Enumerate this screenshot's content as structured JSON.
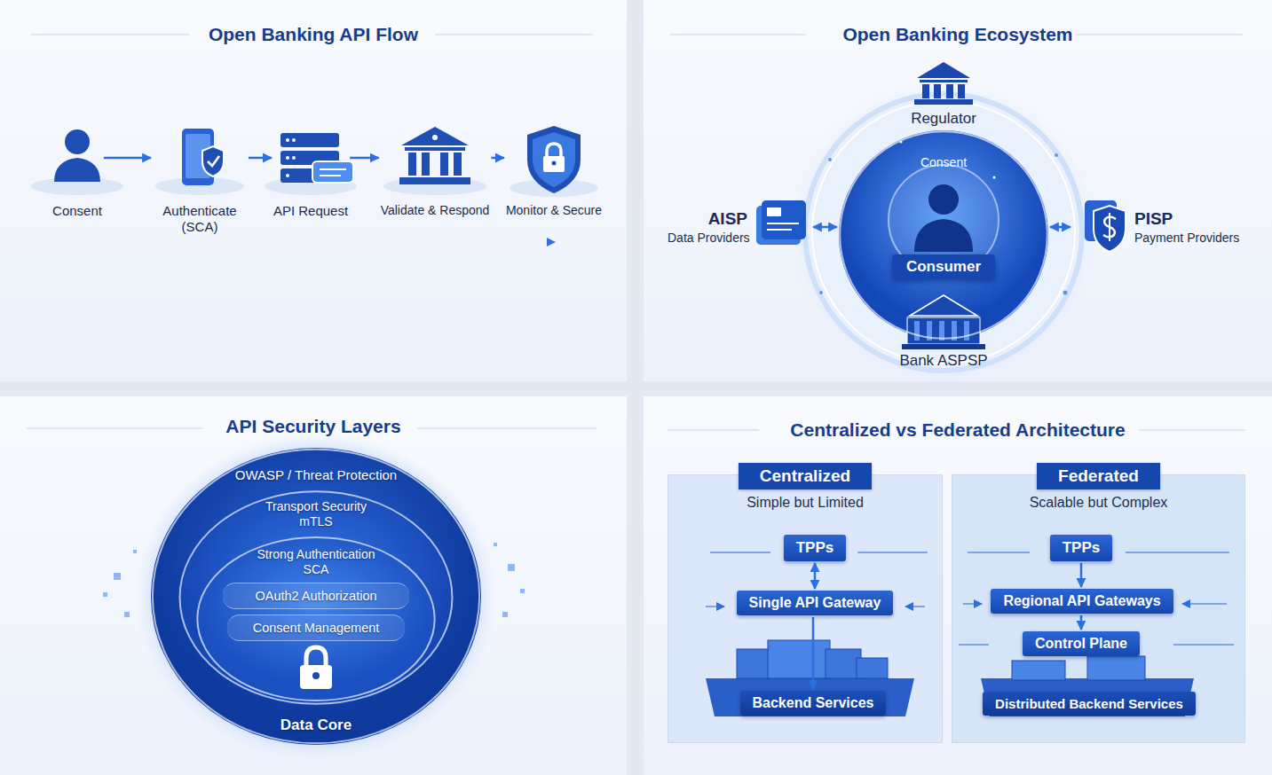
{
  "diagram": {
    "nodes": [
      {
        "text": [
          "Open Banking API Flow"
        ]
      },
      {
        "text": [
          "Consent"
        ],
        "in": 0
      },
      {
        "text": [
          "Authenticate (SCA)"
        ],
        "in": 0
      },
      {
        "text": [
          "API Request"
        ],
        "in": 0
      },
      {
        "text": [
          "Validate & Respond"
        ],
        "in": 0
      },
      {
        "text": [
          "Monitor & Secure"
        ],
        "in": 0
      },
      {
        "text": [
          "Open Banking Ecosystem"
        ]
      },
      {
        "text": [
          "Regulator"
        ],
        "in": 6
      },
      {
        "text": [
          "AISP",
          "Data Providers"
        ],
        "in": 6
      },
      {
        "text": [
          "Consent"
        ],
        "in": 6
      },
      {
        "text": [
          "Consumer"
        ],
        "in": 9
      },
      {
        "text": [
          "PISP",
          "Payment Providers"
        ],
        "in": 6
      },
      {
        "text": [
          "Bank ASPSP"
        ],
        "in": 6
      },
      {
        "text": [
          "API Security Layers"
        ]
      },
      {
        "text": [
          "OWASP / Threat Protection",
          "Data Core"
        ],
        "in": 13
      },
      {
        "text": [
          "Transport Security mTLS"
        ],
        "in": 14
      },
      {
        "text": [
          "Strong Authentication SCA"
        ],
        "in": 15
      },
      {
        "text": [
          "OAuth2 Authorization"
        ],
        "in": 16
      },
      {
        "text": [
          "Consent Management"
        ],
        "in": 16
      },
      {
        "text": [
          "Centralized vs Federated Architecture"
        ]
      },
      {
        "text": [
          "Centralized",
          "Simple but Limited"
        ],
        "in": 19
      },
      {
        "text": [
          "TPPs"
        ],
        "in": 20
      },
      {
        "text": [
          "Single API Gateway"
        ],
        "in": 20
      },
      {
        "text": [
          "Backend Services"
        ],
        "in": 20
      },
      {
        "text": [
          "Federated",
          "Scalable but Complex"
        ],
        "in": 19
      },
      {
        "text": [
          "TPPs"
        ],
        "in": 24
      },
      {
        "text": [
          "Regional API Gateways"
        ],
        "in": 24
      },
      {
        "text": [
          "Control Plane"
        ],
        "in": 24
      },
      {
        "text": [
          "Distributed Backend Services"
        ],
        "in": 24
      }
    ],
    "edges": [
      {
        "from": 1,
        "to": 2,
        "arrow": "to"
      },
      {
        "from": 2,
        "to": 3,
        "arrow": "to"
      },
      {
        "from": 3,
        "to": 4,
        "arrow": "to"
      },
      {
        "from": 4,
        "to": 5,
        "arrow": "to"
      },
      {
        "from": 8,
        "to": 9,
        "arrow": "both"
      },
      {
        "from": 9,
        "to": 11,
        "arrow": "both"
      },
      {
        "from": 21,
        "to": 22,
        "arrow": "both"
      },
      {
        "from": 22,
        "to": 23,
        "arrow": "to"
      },
      {
        "from": 25,
        "to": 26,
        "arrow": "to"
      },
      {
        "from": 26,
        "to": 27,
        "arrow": "to"
      }
    ]
  }
}
